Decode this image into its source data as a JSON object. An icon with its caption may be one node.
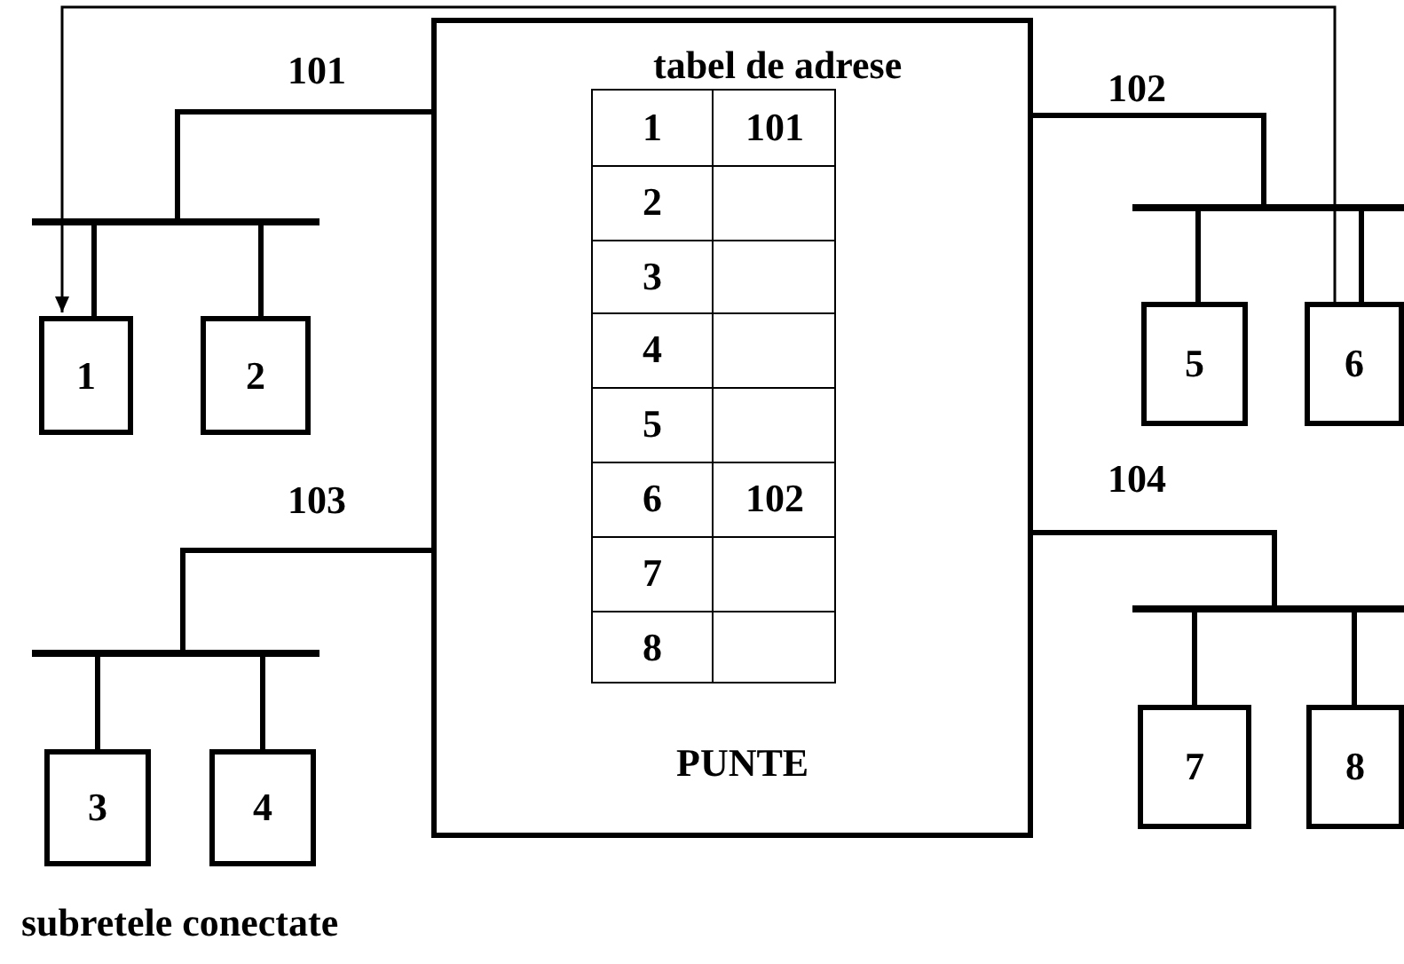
{
  "diagram": {
    "caption": "subretele conectate",
    "nodes": [
      {
        "text": [
          "tabel de adrese",
          "PUNTE"
        ]
      },
      {
        "text": [],
        "shape": "bar"
      },
      {
        "text": [],
        "shape": "bar"
      },
      {
        "text": [
          "1"
        ]
      },
      {
        "text": [
          "2"
        ]
      },
      {
        "text": [
          "5"
        ]
      },
      {
        "text": [
          "6"
        ]
      },
      {
        "text": [],
        "shape": "bar"
      },
      {
        "text": [],
        "shape": "bar"
      },
      {
        "text": [
          "3"
        ]
      },
      {
        "text": [
          "4"
        ]
      },
      {
        "text": [
          "7"
        ]
      },
      {
        "text": [
          "8"
        ]
      }
    ],
    "edges": [
      {
        "from": 1,
        "to": 0,
        "arrow": "none",
        "label": "101"
      },
      {
        "from": 2,
        "to": 0,
        "arrow": "none",
        "label": "102"
      },
      {
        "from": 7,
        "to": 0,
        "arrow": "none",
        "label": "103"
      },
      {
        "from": 8,
        "to": 0,
        "arrow": "none",
        "label": "104"
      },
      {
        "from": 3,
        "to": 1,
        "arrow": "none"
      },
      {
        "from": 4,
        "to": 1,
        "arrow": "none"
      },
      {
        "from": 5,
        "to": 2,
        "arrow": "none"
      },
      {
        "from": 6,
        "to": 2,
        "arrow": "none"
      },
      {
        "from": 9,
        "to": 7,
        "arrow": "none"
      },
      {
        "from": 10,
        "to": 7,
        "arrow": "none"
      },
      {
        "from": 11,
        "to": 8,
        "arrow": "none"
      },
      {
        "from": 12,
        "to": 8,
        "arrow": "none"
      },
      {
        "from": 6,
        "to": 3,
        "arrow": "to"
      }
    ],
    "labels": [
      "1",
      "101",
      "2",
      "3",
      "4",
      "5",
      "6",
      "102",
      "7",
      "8"
    ]
  }
}
